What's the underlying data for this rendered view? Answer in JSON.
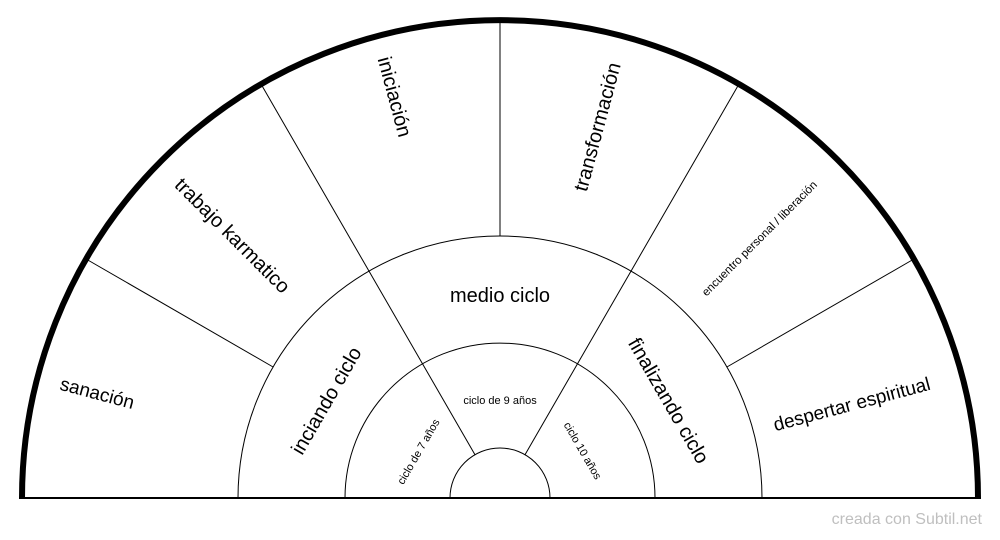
{
  "diagram": {
    "outer_ring": [
      "sanación",
      "trabajo karmatico",
      "iniciación",
      "transformación",
      "encuentro personal / liberación",
      "despertar espiritual"
    ],
    "middle_ring": [
      "inciando ciclo",
      "medio ciclo",
      "finalizando ciclo"
    ],
    "inner_ring": [
      "ciclo de 7 años",
      "ciclo de 9 años",
      "ciclo 10 años"
    ]
  },
  "footer": {
    "credit": "creada con Subtil.net"
  },
  "colors": {
    "line": "#000000",
    "background": "#ffffff",
    "credit_text": "#bfbfbf"
  }
}
